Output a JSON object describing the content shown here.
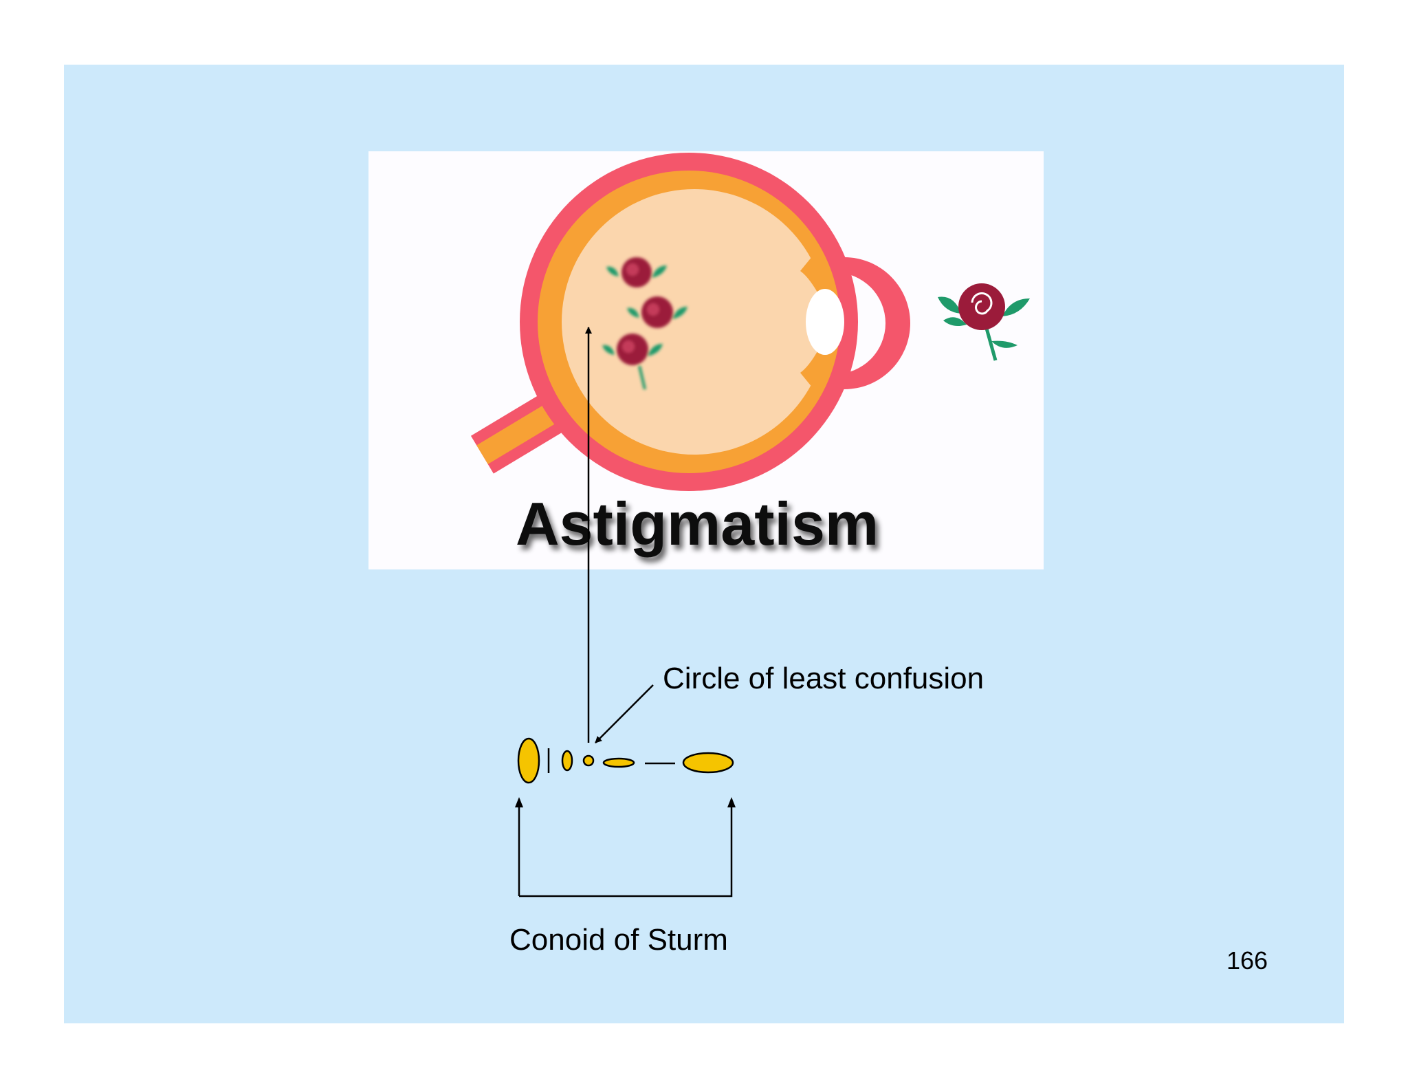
{
  "illustration": {
    "title": "Astigmatism",
    "colors": {
      "sclera": "#f4566b",
      "choroid": "#f7a135",
      "vitreous": "#fbd6ad",
      "rose": "#9b1b3a",
      "leaf": "#1f9a6a"
    }
  },
  "labels": {
    "circle_of_least_confusion": "Circle of least confusion",
    "conoid_of_sturm": "Conoid of Sturm"
  },
  "page_number": "166",
  "colors": {
    "slide_background": "#cde9fb",
    "focal_shape_fill": "#f5c400",
    "line": "#000000"
  }
}
